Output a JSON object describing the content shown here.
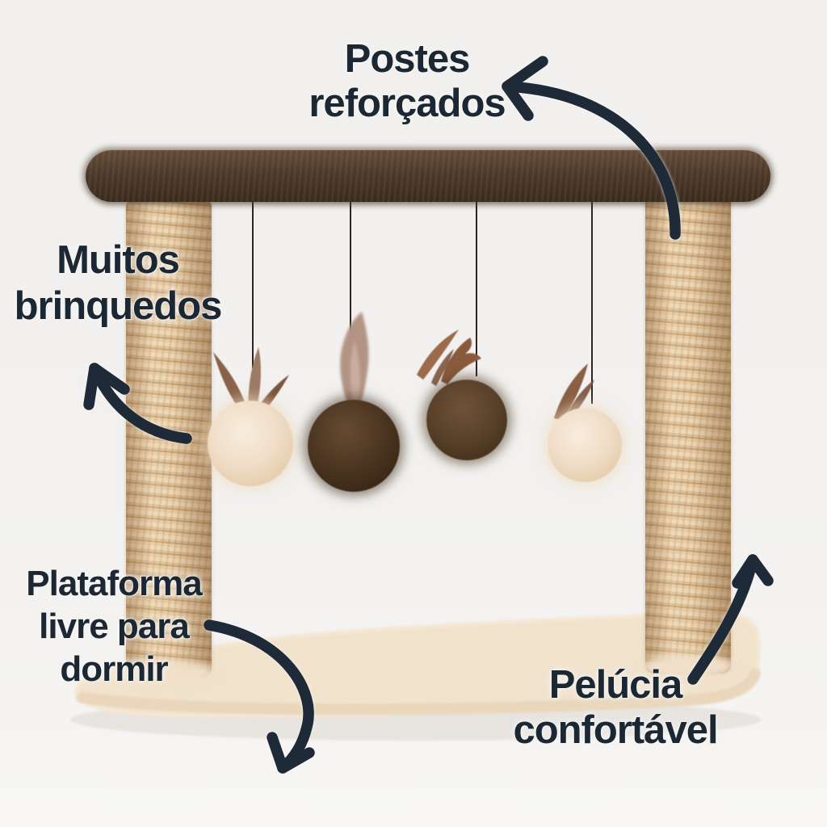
{
  "scene": {
    "type": "product-feature-infographic",
    "language": "pt-BR",
    "background_color": "#f2f1ef",
    "ink_color": "#1c2734"
  },
  "labels": {
    "posts": {
      "lines": [
        "Postes",
        "reforçados"
      ]
    },
    "toys": {
      "lines": [
        "Muitos",
        "brinquedos"
      ]
    },
    "platform": {
      "lines": [
        "Plataforma",
        "livre para",
        "dormir"
      ]
    },
    "plush": {
      "lines": [
        "Pelúcia",
        "confortável"
      ]
    }
  },
  "icons": {
    "arrow_posts": "curved-arrow-pointing-left-to-posts-label",
    "arrow_toys": "curved-arrow-pointing-up-left-to-toys-label",
    "arrow_platform": "curved-arrow-pointing-down-to-floor",
    "arrow_plush": "curved-arrow-pointing-up-along-post"
  },
  "product": {
    "parts": [
      "top-bar",
      "left-post",
      "right-post",
      "base-platform",
      "hanging-toys"
    ],
    "hanging_toys_count": 4,
    "colors": {
      "top_bar_plush": "#4b3727",
      "rope_light": "#ecd2ab",
      "rope_dark": "#c29c6d",
      "base_plush": "#f1e2cc",
      "pom_cream": "#f0dec8",
      "pom_dark_brown": "#4a3420",
      "pom_brown": "#553e27",
      "feather_brown": "#8a5f43",
      "feather_tan": "#b39484",
      "string": "#2e2620",
      "arrow": "#1e2a37"
    }
  }
}
